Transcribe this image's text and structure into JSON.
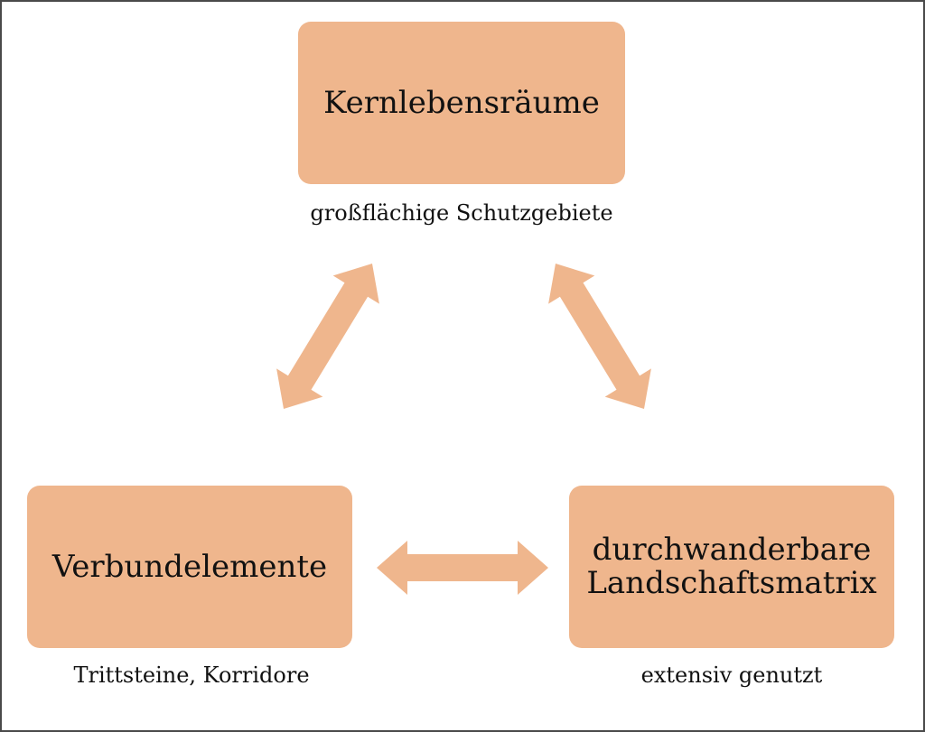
{
  "colors": {
    "box_fill": "#efb68d",
    "arrow_fill": "#efb68d",
    "text": "#111111",
    "frame": "#4a4a4a",
    "background": "#ffffff"
  },
  "nodes": {
    "core": {
      "title": "Kernlebensräume",
      "caption": "großflächige Schutzgebiete"
    },
    "links": {
      "title": "Verbundelemente",
      "caption": "Trittsteine, Korridore"
    },
    "matrix": {
      "title": "durchwanderbare\nLandschaftsmatrix",
      "caption": "extensiv genutzt"
    }
  },
  "connections": [
    {
      "from": "core",
      "to": "links",
      "direction": "bidirectional"
    },
    {
      "from": "core",
      "to": "matrix",
      "direction": "bidirectional"
    },
    {
      "from": "links",
      "to": "matrix",
      "direction": "bidirectional"
    }
  ]
}
